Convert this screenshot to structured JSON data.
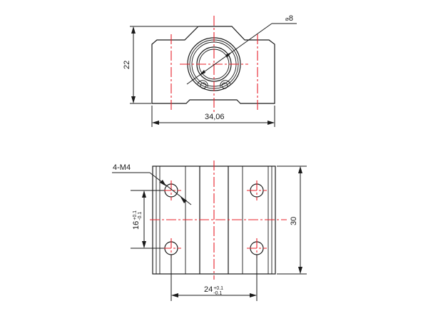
{
  "drawing": {
    "type": "linear bearing pillow block technical drawing",
    "colors": {
      "outline": "#1a1a1a",
      "centerline": "#e8202a",
      "background": "#ffffff"
    },
    "front_view": {
      "dimensions": {
        "height": {
          "value": "22"
        },
        "width": {
          "value": "34,06"
        },
        "bore": {
          "symbol": "⌀",
          "value": "8"
        }
      }
    },
    "top_view": {
      "dimensions": {
        "thread_callout": {
          "value": "4-M4"
        },
        "hole_spacing_vertical": {
          "value": "16",
          "tol_upper": "+0.1",
          "tol_lower": "-0.1"
        },
        "hole_spacing_horizontal": {
          "value": "24",
          "tol_upper": "+0.1",
          "tol_lower": "-0.1"
        },
        "length": {
          "value": "30"
        }
      }
    }
  }
}
